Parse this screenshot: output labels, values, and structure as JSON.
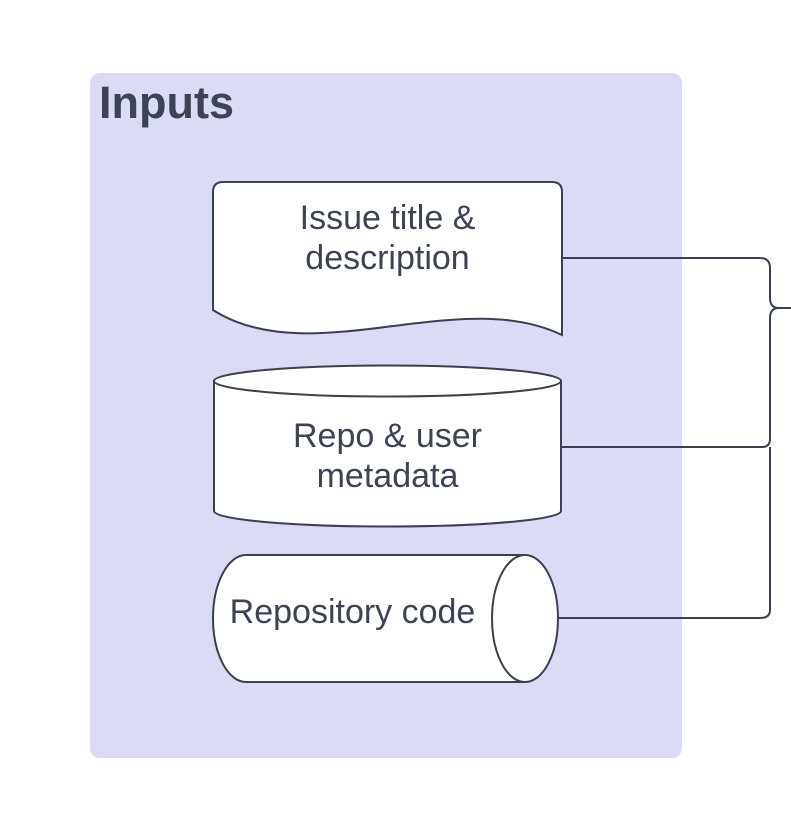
{
  "diagram": {
    "title": "Inputs",
    "nodes": [
      {
        "id": "issue-title-description",
        "shape": "document",
        "label": "Issue title &\ndescription"
      },
      {
        "id": "repo-user-metadata",
        "shape": "database-cylinder",
        "label": "Repo & user\nmetadata"
      },
      {
        "id": "repository-code",
        "shape": "horizontal-cylinder",
        "label": "Repository code"
      }
    ],
    "connectors": [
      {
        "from": "issue-title-description",
        "to": "merge-junction-right-edge"
      },
      {
        "from": "repo-user-metadata",
        "to": "merge-junction-right-edge"
      },
      {
        "from": "repository-code",
        "to": "merge-junction-right-edge"
      }
    ],
    "colors": {
      "container_fill": "#DBDBF5",
      "shape_fill": "#FFFFFF",
      "stroke": "#3A414E",
      "text": "#3C4453",
      "page_background": "#FFFFFF"
    }
  }
}
